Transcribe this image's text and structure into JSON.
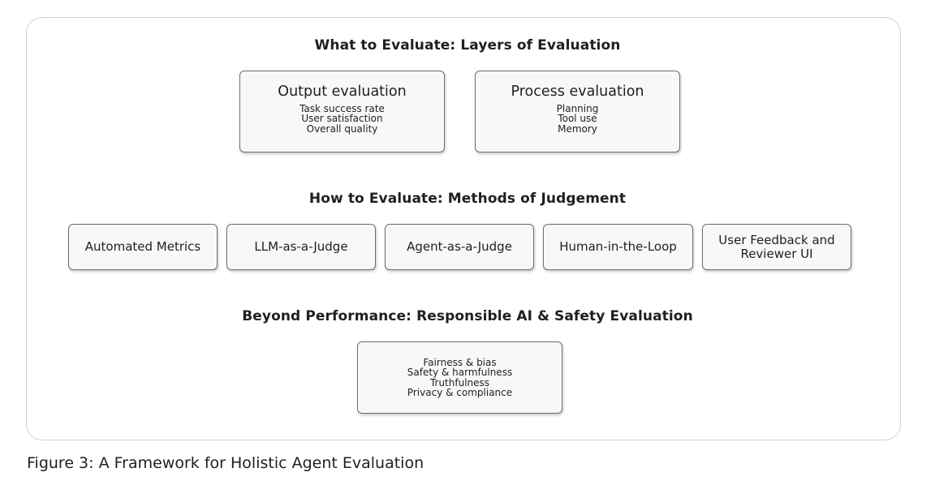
{
  "sections": {
    "what": {
      "heading": "What to Evaluate: Layers of Evaluation",
      "boxes": [
        {
          "title": "Output evaluation",
          "items": [
            "Task success rate",
            "User satisfaction",
            "Overall quality"
          ]
        },
        {
          "title": "Process evaluation",
          "items": [
            "Planning",
            "Tool use",
            "Memory"
          ]
        }
      ]
    },
    "how": {
      "heading": "How to Evaluate: Methods of Judgement",
      "methods": [
        "Automated Metrics",
        "LLM-as-a-Judge",
        "Agent-as-a-Judge",
        "Human-in-the-Loop",
        "User Feedback and Reviewer UI"
      ]
    },
    "beyond": {
      "heading": "Beyond Performance: Responsible AI & Safety Evaluation",
      "items": [
        "Fairness & bias",
        "Safety & harmfulness",
        "Truthfulness",
        "Privacy & compliance"
      ]
    }
  },
  "caption": "Figure 3: A Framework for Holistic Agent Evaluation"
}
